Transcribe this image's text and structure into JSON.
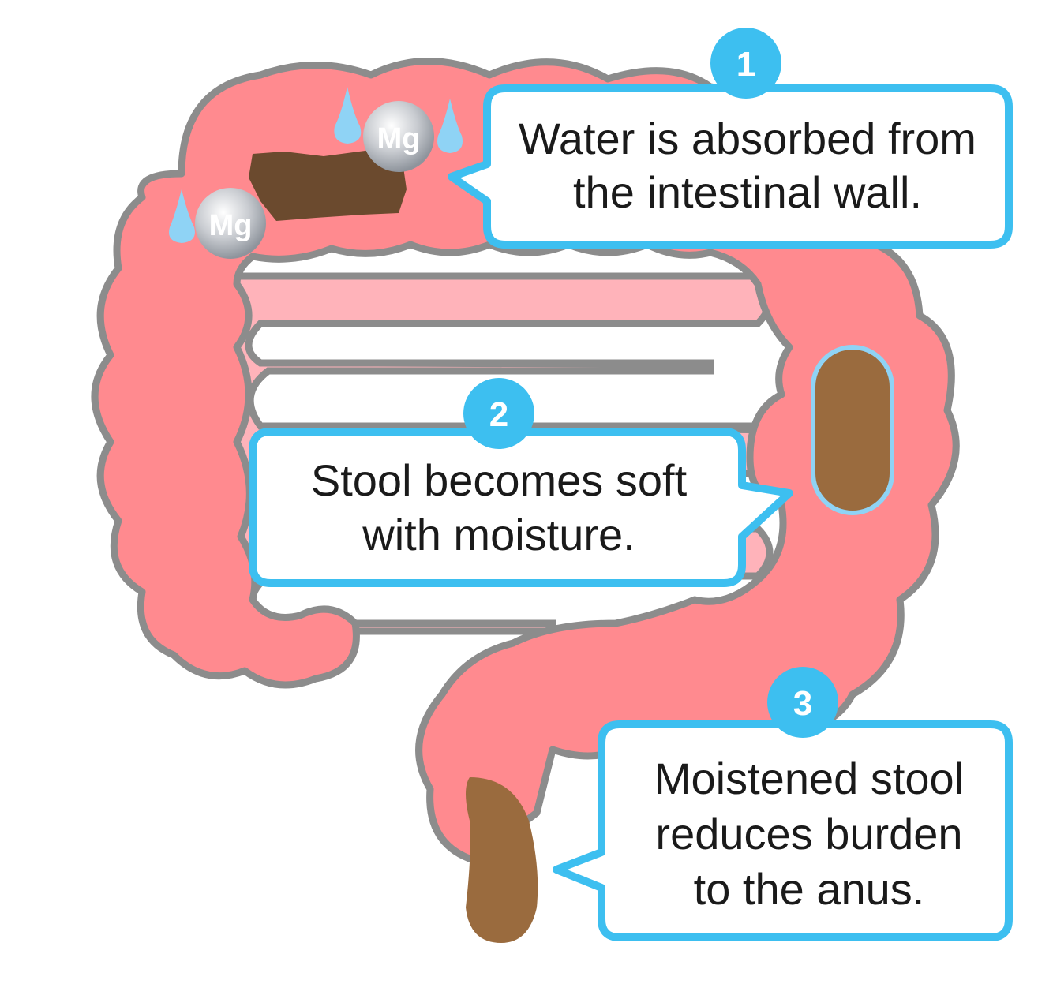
{
  "callouts": [
    {
      "number": "1",
      "lines": [
        "Water is absorbed from",
        "the intestinal wall."
      ]
    },
    {
      "number": "2",
      "lines": [
        "Stool becomes soft",
        "with moisture."
      ]
    },
    {
      "number": "3",
      "lines": [
        "Moistened stool",
        "reduces burden",
        "to the anus."
      ]
    }
  ],
  "mg_label": "Mg",
  "colors": {
    "colon": "#ff8a8f",
    "colon_outline": "#8c8c8c",
    "small_intestine": "#ffb3ba",
    "stool_dry": "#6b4a2e",
    "stool_soft": "#9a6b3e",
    "callout_border": "#3dbff0",
    "water_drop": "#8fd3f5"
  }
}
